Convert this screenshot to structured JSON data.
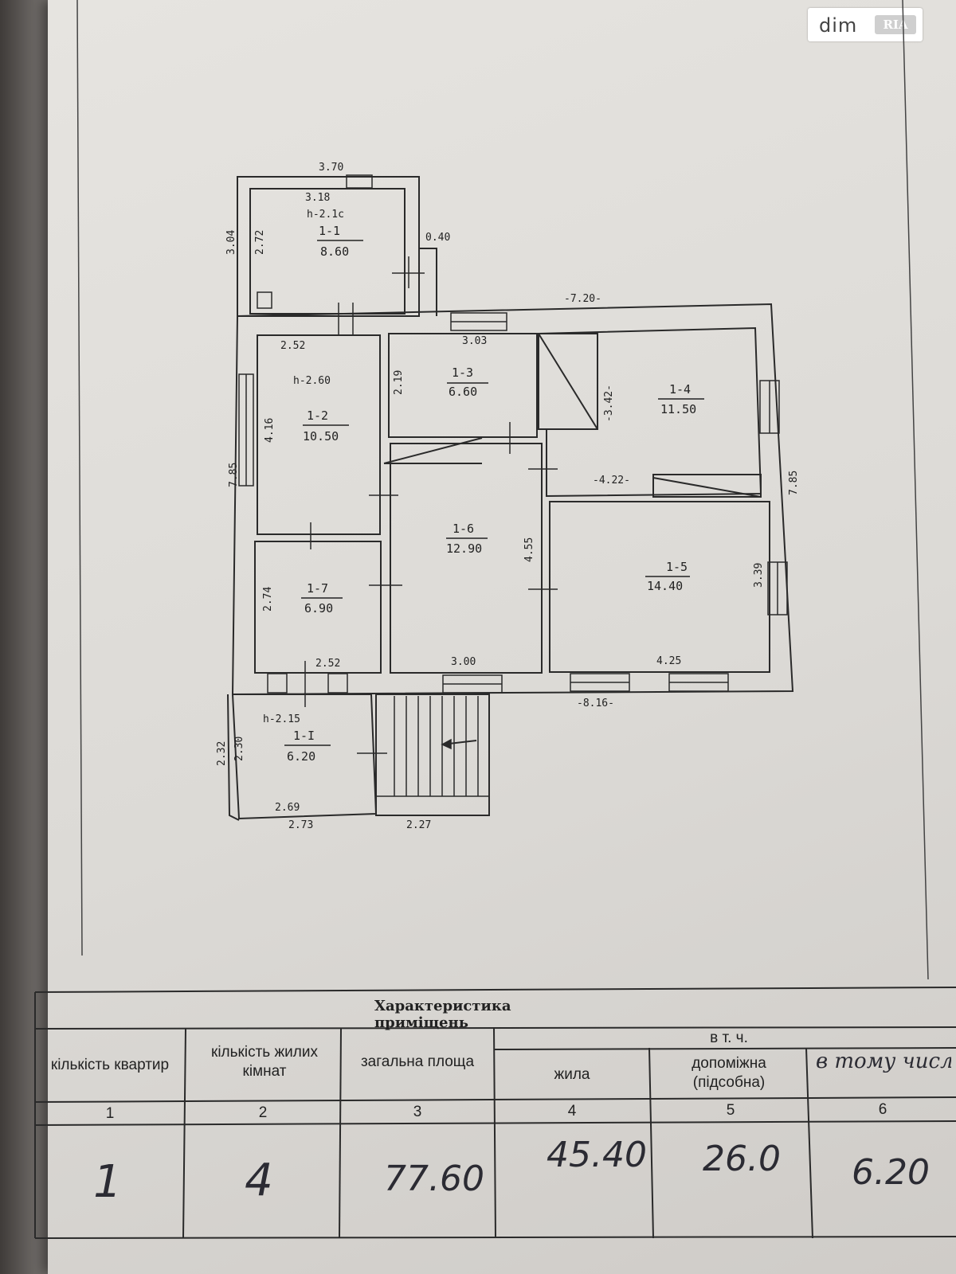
{
  "logo": {
    "text": "dim",
    "badge": "RIA"
  },
  "rooms": [
    {
      "id": "1-1",
      "area": "8.60",
      "height": "h-2.1c"
    },
    {
      "id": "1-2",
      "area": "10.50",
      "height": "h-2.60"
    },
    {
      "id": "1-3",
      "area": "6.60"
    },
    {
      "id": "1-4",
      "area": "11.50"
    },
    {
      "id": "1-5",
      "area": "14.40"
    },
    {
      "id": "1-6",
      "area": "12.90"
    },
    {
      "id": "1-7",
      "area": "6.90"
    },
    {
      "id": "1-I",
      "area": "6.20",
      "height": "h-2.15"
    }
  ],
  "dimensions": {
    "d370": "3.70",
    "d318": "3.18",
    "d304": "3.04",
    "d272": "2.72",
    "d040": "0.40",
    "d720": "-7.20-",
    "d252a": "2.52",
    "d303": "3.03",
    "d219": "2.19",
    "d342": "-3.42-",
    "d416": "4.16",
    "d785l": "7.85",
    "d785r": "7.85",
    "d422": "-4.22-",
    "d455": "4.55",
    "d339": "3.39",
    "d274": "2.74",
    "d252b": "2.52",
    "d300": "3.00",
    "d425": "4.25",
    "d816": "-8.16-",
    "d232": "2.32",
    "d230": "2.30",
    "d269": "2.69",
    "d273": "2.73",
    "d227": "2.27"
  },
  "table": {
    "title": "Характеристика приміщень",
    "group_header": "в т. ч.",
    "headers": {
      "c1": "кількість квартир",
      "c2": "кількість жилих кімнат",
      "c3": "загальна площа",
      "c4": "жила",
      "c5": "допоміжна (підсобна)",
      "c6": "в тому числі"
    },
    "column_numbers": [
      "1",
      "2",
      "3",
      "4",
      "5",
      "6"
    ],
    "values": [
      "1",
      "4",
      "77.60",
      "45.40",
      "26.0",
      "6.20"
    ]
  }
}
